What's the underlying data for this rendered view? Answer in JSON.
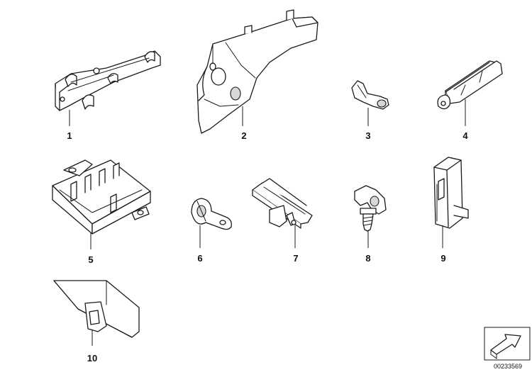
{
  "parts": [
    {
      "number": "1",
      "icon": "cable-holder-bracket-icon"
    },
    {
      "number": "2",
      "icon": "mounting-plate-icon"
    },
    {
      "number": "3",
      "icon": "eye-clip-icon"
    },
    {
      "number": "4",
      "icon": "cable-clip-icon"
    },
    {
      "number": "5",
      "icon": "holder-tray-icon"
    },
    {
      "number": "6",
      "icon": "p-clamp-icon"
    },
    {
      "number": "7",
      "icon": "cable-guide-icon"
    },
    {
      "number": "8",
      "icon": "expanding-rivet-clip-icon"
    },
    {
      "number": "9",
      "icon": "cable-holder-icon"
    },
    {
      "number": "10",
      "icon": "angle-bracket-icon"
    }
  ],
  "reference_number": "00233569",
  "corner_icon": "arrow-symbol-icon"
}
